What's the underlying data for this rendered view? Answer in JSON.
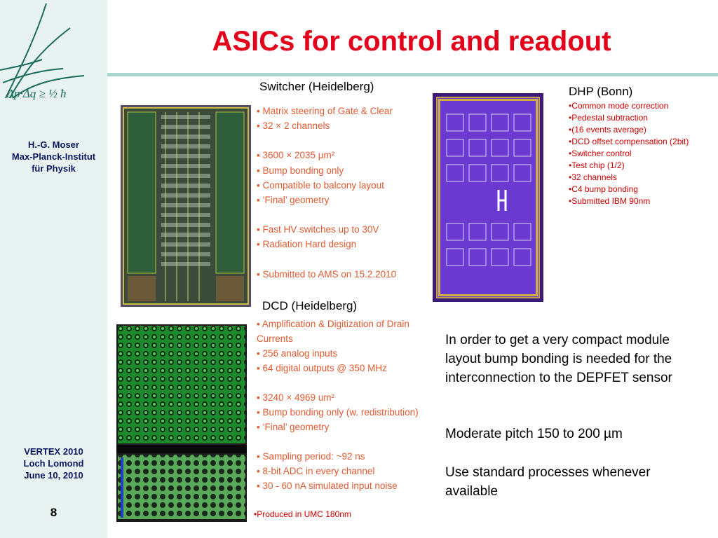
{
  "sidebar": {
    "logo_formula": "Δp·Δq ≥ ½ ħ",
    "author": [
      "H.-G. Moser",
      "Max-Planck-Institut",
      "für Physik"
    ],
    "event": [
      "VERTEX 2010",
      "Loch Lomond",
      "June 10, 2010"
    ],
    "page_number": "8"
  },
  "slide": {
    "title": "ASICs for control and readout"
  },
  "switcher": {
    "caption": "Switcher (Heidelberg)",
    "items": [
      "▪ Matrix steering of Gate & Clear",
      "▪ 32 × 2 channels",
      "",
      "▪ 3600 × 2035 μm²",
      "▪ Bump bonding only",
      "▪ Compatible to balcony layout",
      "▪ ‘Final’ geometry",
      "",
      "▪ Fast HV switches up to 30V",
      "▪ Radiation Hard design",
      "",
      "▪ Submitted to AMS on 15.2.2010"
    ]
  },
  "dcd": {
    "caption": "DCD (Heidelberg)",
    "items": [
      "▪ Amplification & Digitization of Drain Currents",
      "▪ 256 analog inputs",
      "▪ 64 digital outputs @ 350 MHz",
      "",
      "▪ 3240 × 4969 um²",
      "▪ Bump bonding only (w. redistribution)",
      "▪ ‘Final’ geometry",
      "",
      "▪ Sampling period: ~92 ns",
      "▪ 8-bit ADC in every channel",
      "▪ 30 - 60 nA simulated input noise"
    ],
    "note": "•Produced in UMC 180nm"
  },
  "dhp": {
    "caption": "DHP (Bonn)",
    "items": [
      "•Common mode correction",
      "•Pedestal subtraction",
      "•(16 events average)",
      "•DCD offset compensation (2bit)",
      "•Switcher control",
      "•Test chip (1/2)",
      "•32 channels",
      "•C4 bump bonding",
      "•Submitted IBM 90nm"
    ]
  },
  "body": {
    "p1": "In order to get a very compact module layout bump bonding is needed for the interconnection to the DEPFET sensor",
    "p2": "Moderate pitch 150 to 200 µm",
    "p3": "Use standard processes whenever available"
  },
  "colors": {
    "title": "#e2001a",
    "sidebar_bg": "#e8f3f1",
    "rule": "#a9d6cf",
    "sidebar_text": "#0a1560",
    "bullet_orange": "#e05a30",
    "bullet_red": "#cc0000"
  }
}
